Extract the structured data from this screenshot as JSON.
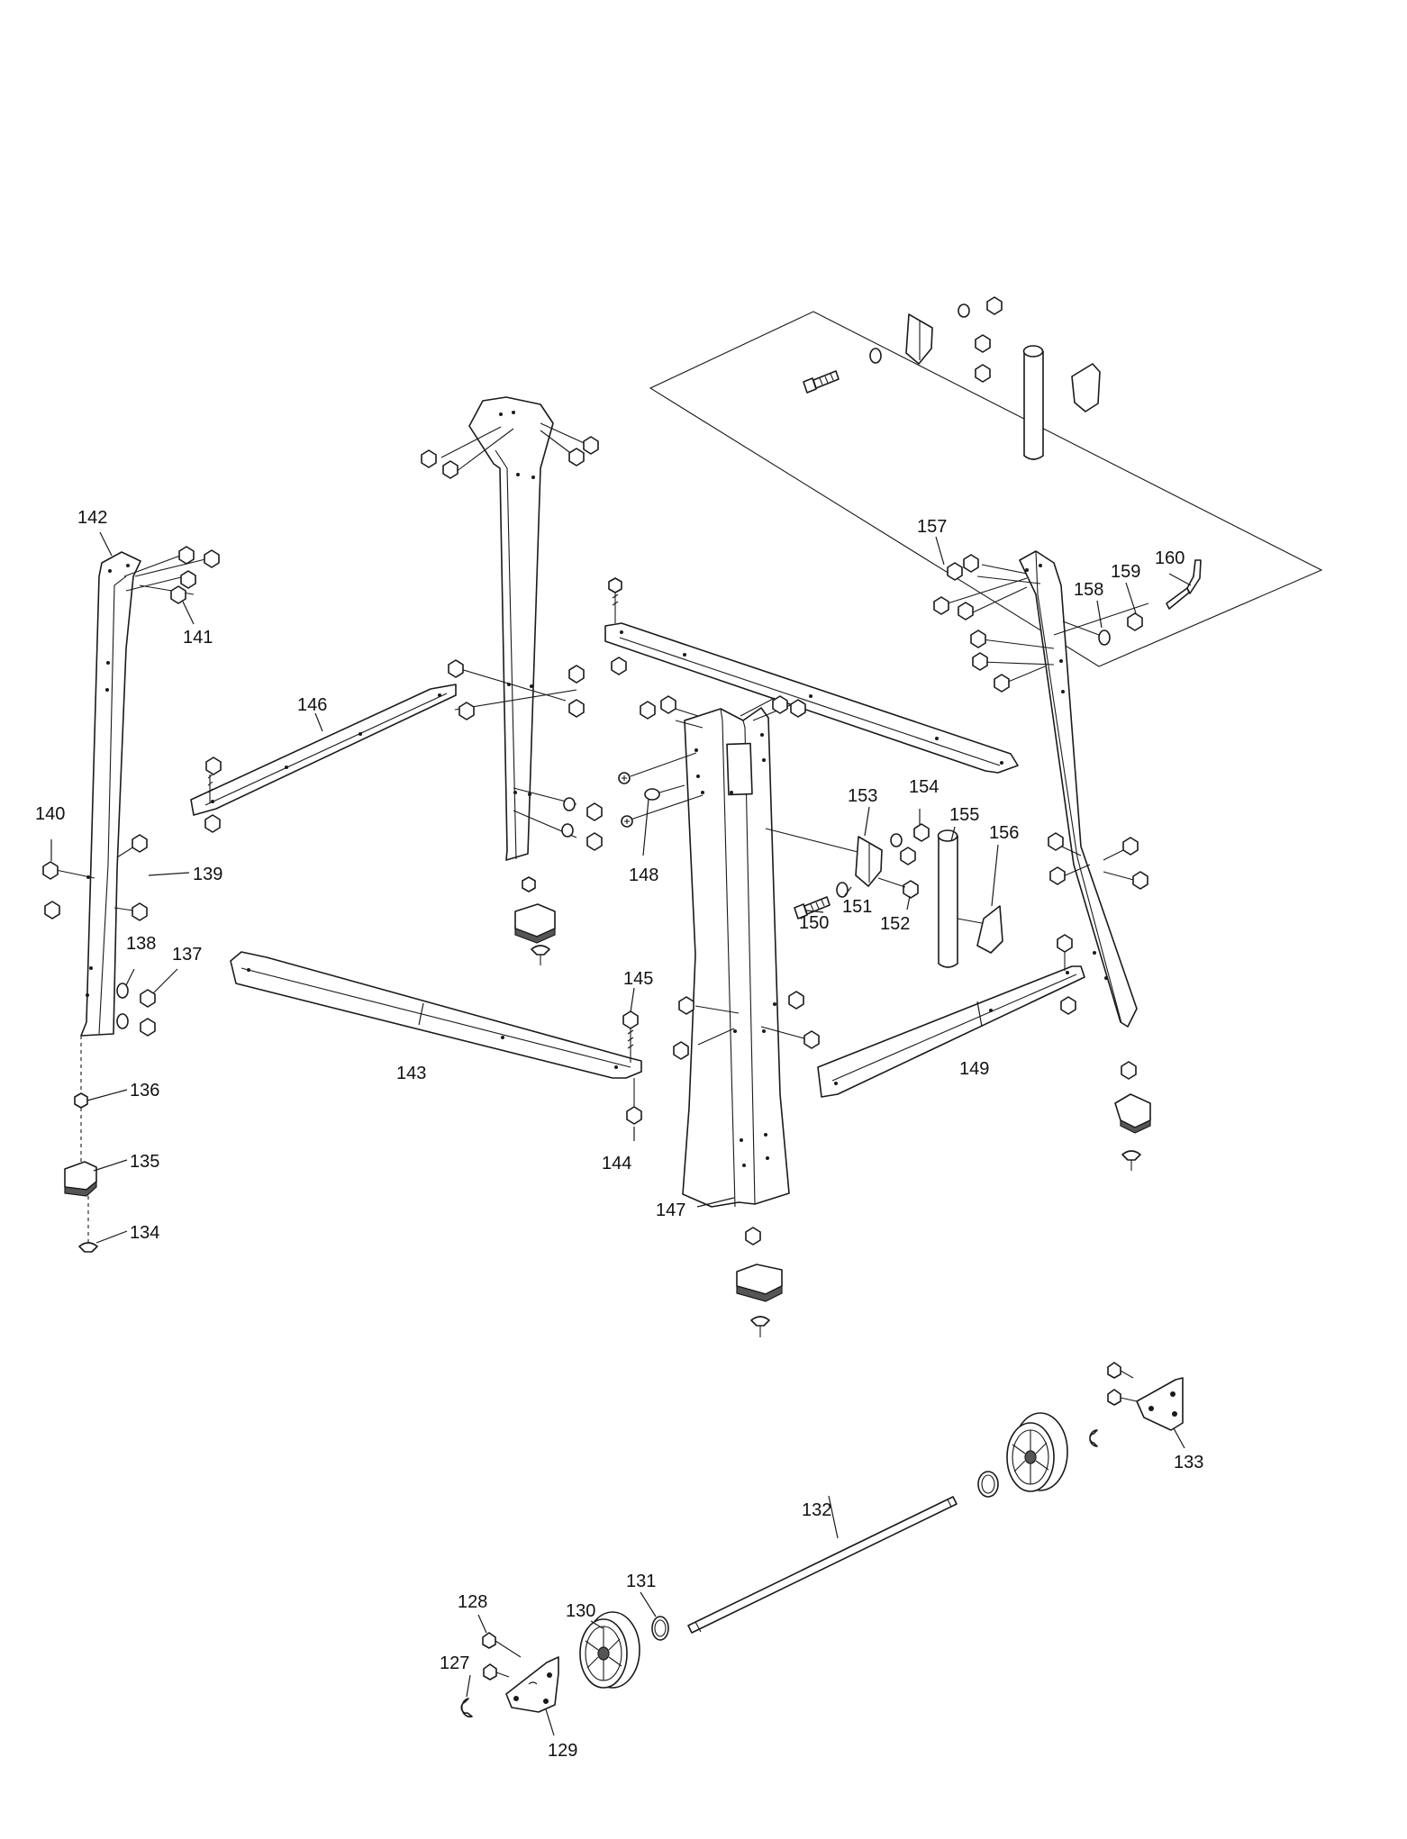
{
  "callouts": {
    "c127": "127",
    "c128": "128",
    "c129": "129",
    "c130": "130",
    "c131": "131",
    "c132": "132",
    "c133": "133",
    "c134": "134",
    "c135": "135",
    "c136": "136",
    "c137": "137",
    "c138": "138",
    "c139": "139",
    "c140": "140",
    "c141": "141",
    "c142": "142",
    "c143": "143",
    "c144": "144",
    "c145": "145",
    "c146": "146",
    "c147": "147",
    "c148": "148",
    "c149": "149",
    "c150": "150",
    "c151": "151",
    "c152": "152",
    "c153": "153",
    "c154": "154",
    "c155": "155",
    "c156": "156",
    "c157": "157",
    "c158": "158",
    "c159": "159",
    "c160": "160"
  }
}
